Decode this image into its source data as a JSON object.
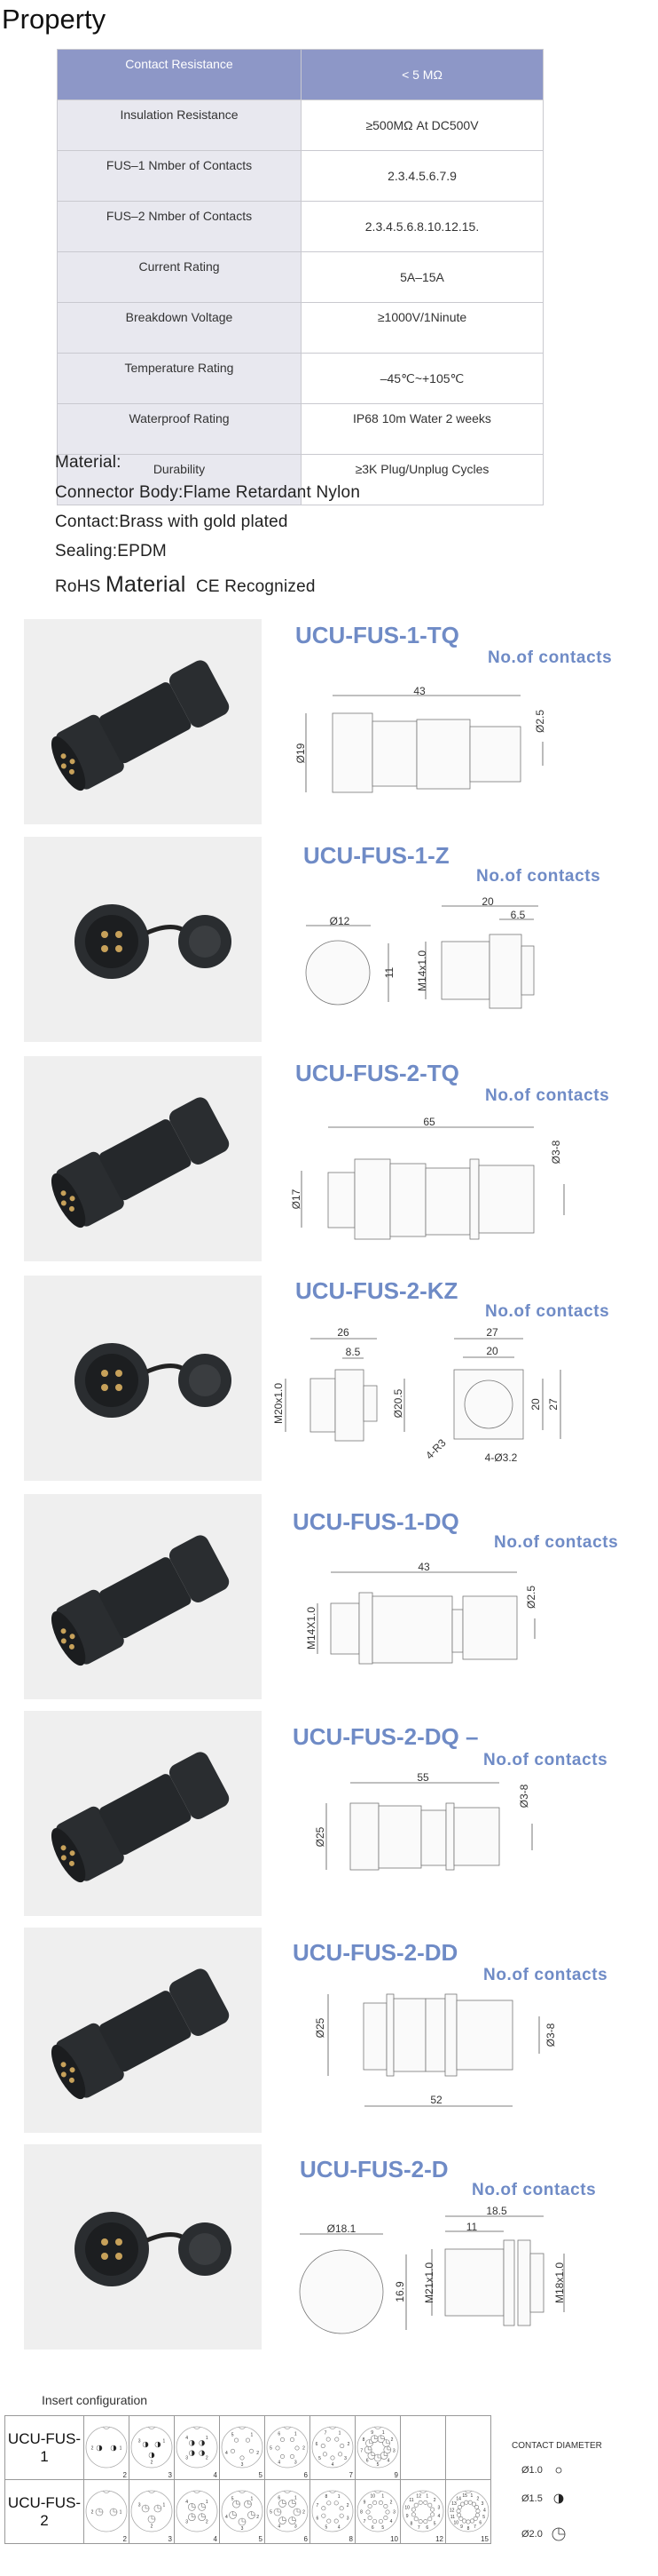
{
  "page_title": "Property",
  "property_table": {
    "header": {
      "label": "Contact  Resistance",
      "value": "< 5 MΩ"
    },
    "rows": [
      {
        "label": "Insulation Resistance",
        "value": "≥500MΩ  At  DC500V"
      },
      {
        "label": "FUS–1 Nmber of Contacts",
        "value": "2.3.4.5.6.7.9"
      },
      {
        "label": "FUS–2 Nmber of Contacts",
        "value": "2.3.4.5.6.8.10.12.15."
      },
      {
        "label": "Current Rating",
        "value": "5A–15A"
      },
      {
        "label": "Breakdown Voltage",
        "value": "≥1000V/1Ninute"
      },
      {
        "label": "Temperature Rating",
        "value": "–45℃~+105℃"
      },
      {
        "label": "Waterproof Rating",
        "value": "IP68  10m Water 2 weeks"
      },
      {
        "label": "Durability",
        "value": "≥3K Plug/Unplug Cycles"
      }
    ]
  },
  "material": {
    "heading": "Material:",
    "lines": [
      "Connector Body:Flame Retardant Nylon",
      "Contact:Brass with gold plated",
      "Sealing:EPDM"
    ],
    "rohs": "RoHS",
    "material_word": "Material",
    "ce": "CE Recognized"
  },
  "products": [
    {
      "model": "UCU-FUS-1-TQ",
      "contacts_label": "No.of contacts",
      "dims": [
        "43",
        "Ø19",
        "Ø2.5"
      ]
    },
    {
      "model": "UCU-FUS-1-Z",
      "contacts_label": "No.of contacts",
      "dims": [
        "Ø12",
        "11",
        "20",
        "6.5",
        "M14x1.0"
      ]
    },
    {
      "model": "UCU-FUS-2-TQ",
      "contacts_label": "No.of contacts",
      "dims": [
        "65",
        "Ø17",
        "Ø3-8"
      ]
    },
    {
      "model": "UCU-FUS-2-KZ",
      "contacts_label": "No.of contacts",
      "dims": [
        "26",
        "8.5",
        "Ø20.5",
        "M20x1.0",
        "27",
        "20",
        "20",
        "27",
        "4-R3",
        "4-Ø3.2"
      ]
    },
    {
      "model": "UCU-FUS-1-DQ",
      "contacts_label": "No.of contacts",
      "dims": [
        "43",
        "M14X1.0",
        "Ø2.5"
      ]
    },
    {
      "model": "UCU-FUS-2-DQ –",
      "contacts_label": "No.of contacts",
      "dims": [
        "55",
        "Ø25",
        "Ø3-8"
      ]
    },
    {
      "model": "UCU-FUS-2-DD",
      "contacts_label": "No.of contacts",
      "dims": [
        "Ø25",
        "52",
        "Ø3-8"
      ]
    },
    {
      "model": "UCU-FUS-2-D",
      "contacts_label": "No.of contacts",
      "dims": [
        "Ø18.1",
        "16.9",
        "18.5",
        "11",
        "M21x1.0",
        "M18x1.0"
      ]
    }
  ],
  "insert_config": {
    "title": "Insert configuration",
    "rows": [
      {
        "label": "UCU-FUS-1",
        "cells": [
          {
            "count": "2",
            "pins": 2,
            "diameter": "1.5"
          },
          {
            "count": "3",
            "pins": 3,
            "diameter": "1.5"
          },
          {
            "count": "4",
            "pins": 4,
            "diameter": "1.5"
          },
          {
            "count": "5",
            "pins": 5,
            "diameter": "1.0"
          },
          {
            "count": "6",
            "pins": 6,
            "diameter": "1.0"
          },
          {
            "count": "7",
            "pins": 7,
            "diameter": "1.0"
          },
          {
            "count": "9",
            "pins": 9,
            "diameter": "2.0"
          },
          {
            "count": "",
            "pins": 0,
            "diameter": ""
          },
          {
            "count": "",
            "pins": 0,
            "diameter": ""
          }
        ]
      },
      {
        "label": "UCU-FUS-2",
        "cells": [
          {
            "count": "2",
            "pins": 2,
            "diameter": "2.0"
          },
          {
            "count": "3",
            "pins": 3,
            "diameter": "2.0"
          },
          {
            "count": "4",
            "pins": 4,
            "diameter": "2.0"
          },
          {
            "count": "5",
            "pins": 5,
            "diameter": "2.0"
          },
          {
            "count": "6",
            "pins": 6,
            "diameter": "2.0"
          },
          {
            "count": "8",
            "pins": 8,
            "diameter": "1.0"
          },
          {
            "count": "10",
            "pins": 10,
            "diameter": "1.0"
          },
          {
            "count": "12",
            "pins": 12,
            "diameter": "1.0"
          },
          {
            "count": "15",
            "pins": 15,
            "diameter": "1.0"
          }
        ]
      }
    ]
  },
  "contact_diameter": {
    "title": "CONTACT DIAMETER",
    "items": [
      {
        "label": "Ø1.0",
        "symbol": "small-circle-icon"
      },
      {
        "label": "Ø1.5",
        "symbol": "half-filled-circle-icon"
      },
      {
        "label": "Ø2.0",
        "symbol": "quartered-circle-icon"
      }
    ]
  },
  "colors": {
    "accent": "#6f8bc6",
    "table_header": "#8d97c7",
    "label_column": "#e8e8ef",
    "photo_bg": "#efefef"
  }
}
